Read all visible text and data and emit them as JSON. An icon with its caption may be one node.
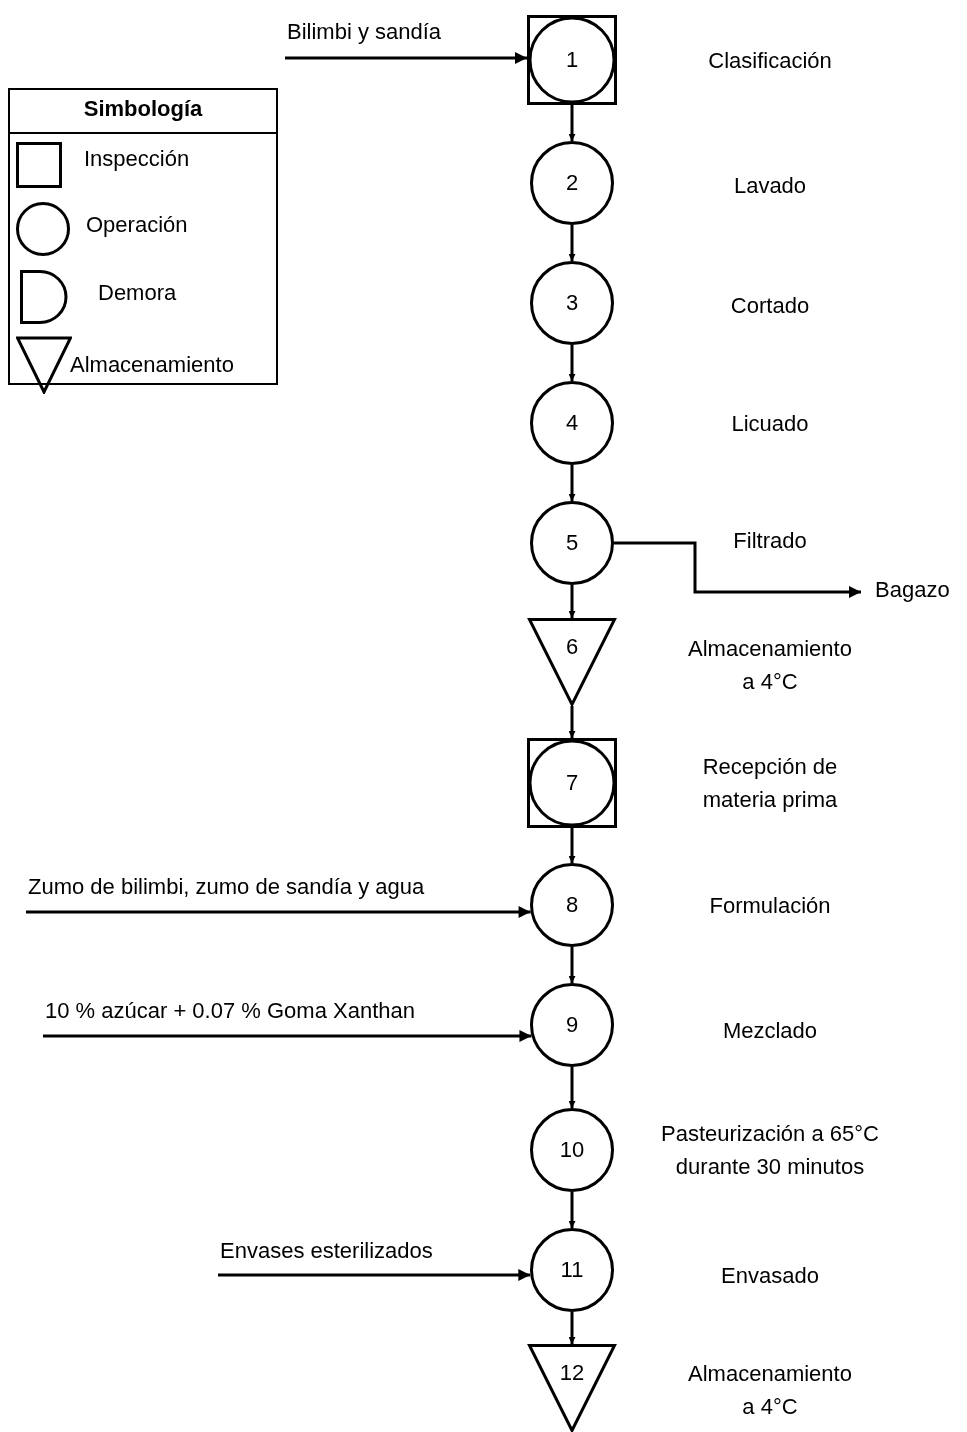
{
  "diagram": {
    "nodes": [
      {
        "text": [
          "1"
        ]
      },
      {
        "text": [
          "2"
        ]
      },
      {
        "text": [
          "3"
        ]
      },
      {
        "text": [
          "4"
        ]
      },
      {
        "text": [
          "5"
        ]
      },
      {
        "text": [
          "6"
        ]
      },
      {
        "text": [
          "7"
        ]
      },
      {
        "text": [
          "8"
        ]
      },
      {
        "text": [
          "9"
        ]
      },
      {
        "text": [
          "10"
        ]
      },
      {
        "text": [
          "11"
        ]
      },
      {
        "text": [
          "12"
        ]
      },
      {
        "text": [
          "Bilimbi y sandía"
        ]
      },
      {
        "text": [
          "Bagazo"
        ]
      },
      {
        "text": [
          "Zumo de bilimbi, zumo de sandía y agua"
        ]
      },
      {
        "text": [
          "10 % azúcar + 0.07 % Goma Xanthan"
        ]
      },
      {
        "text": [
          "Envases esterilizados"
        ]
      }
    ],
    "edges": [
      {
        "from": 0,
        "to": 1,
        "arrow": "to"
      },
      {
        "from": 1,
        "to": 2,
        "arrow": "to"
      },
      {
        "from": 2,
        "to": 3,
        "arrow": "to"
      },
      {
        "from": 3,
        "to": 4,
        "arrow": "to"
      },
      {
        "from": 4,
        "to": 5,
        "arrow": "to"
      },
      {
        "from": 5,
        "to": 6,
        "arrow": "to"
      },
      {
        "from": 6,
        "to": 7,
        "arrow": "to"
      },
      {
        "from": 7,
        "to": 8,
        "arrow": "to"
      },
      {
        "from": 8,
        "to": 9,
        "arrow": "to"
      },
      {
        "from": 9,
        "to": 10,
        "arrow": "to"
      },
      {
        "from": 10,
        "to": 11,
        "arrow": "to"
      },
      {
        "from": 12,
        "to": 0,
        "arrow": "to"
      },
      {
        "from": 4,
        "to": 13,
        "arrow": "to"
      },
      {
        "from": 14,
        "to": 7,
        "arrow": "to"
      },
      {
        "from": 15,
        "to": 8,
        "arrow": "to"
      },
      {
        "from": 16,
        "to": 10,
        "arrow": "to"
      }
    ],
    "labels": [
      "Clasificación",
      "Simbología",
      "Lavado",
      "Cortado",
      "Licuado",
      "Filtrado",
      "Almacenamiento a 4°C",
      "Recepción de materia prima",
      "Formulación",
      "Mezclado",
      "Pasteurización a 65°C durante 30 minutos",
      "Envasado",
      "Almacenamiento a 4°C"
    ],
    "legend": [
      {
        "text": "Inspección"
      },
      {
        "text": "Operación"
      },
      {
        "text": "Demora"
      },
      {
        "text": "Almacenamiento"
      }
    ]
  }
}
